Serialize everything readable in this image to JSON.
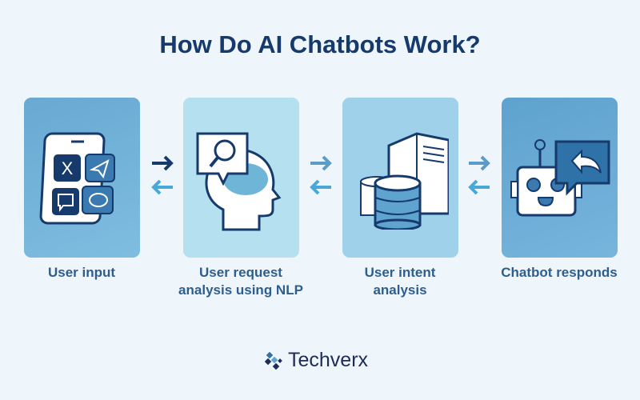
{
  "title": "How Do AI Chatbots Work?",
  "steps": [
    {
      "label": "User input",
      "icon": "phone-social-apps-icon"
    },
    {
      "label": "User request analysis using NLP",
      "icon": "head-search-icon"
    },
    {
      "label": "User intent analysis",
      "icon": "server-database-icon"
    },
    {
      "label": "Chatbot responds",
      "icon": "robot-reply-icon"
    }
  ],
  "brand": "Techverx",
  "colors": {
    "title": "#163a6b",
    "label": "#2e5e8e",
    "dark": "#163a6b",
    "arrow_light": "#4aa8d8"
  }
}
